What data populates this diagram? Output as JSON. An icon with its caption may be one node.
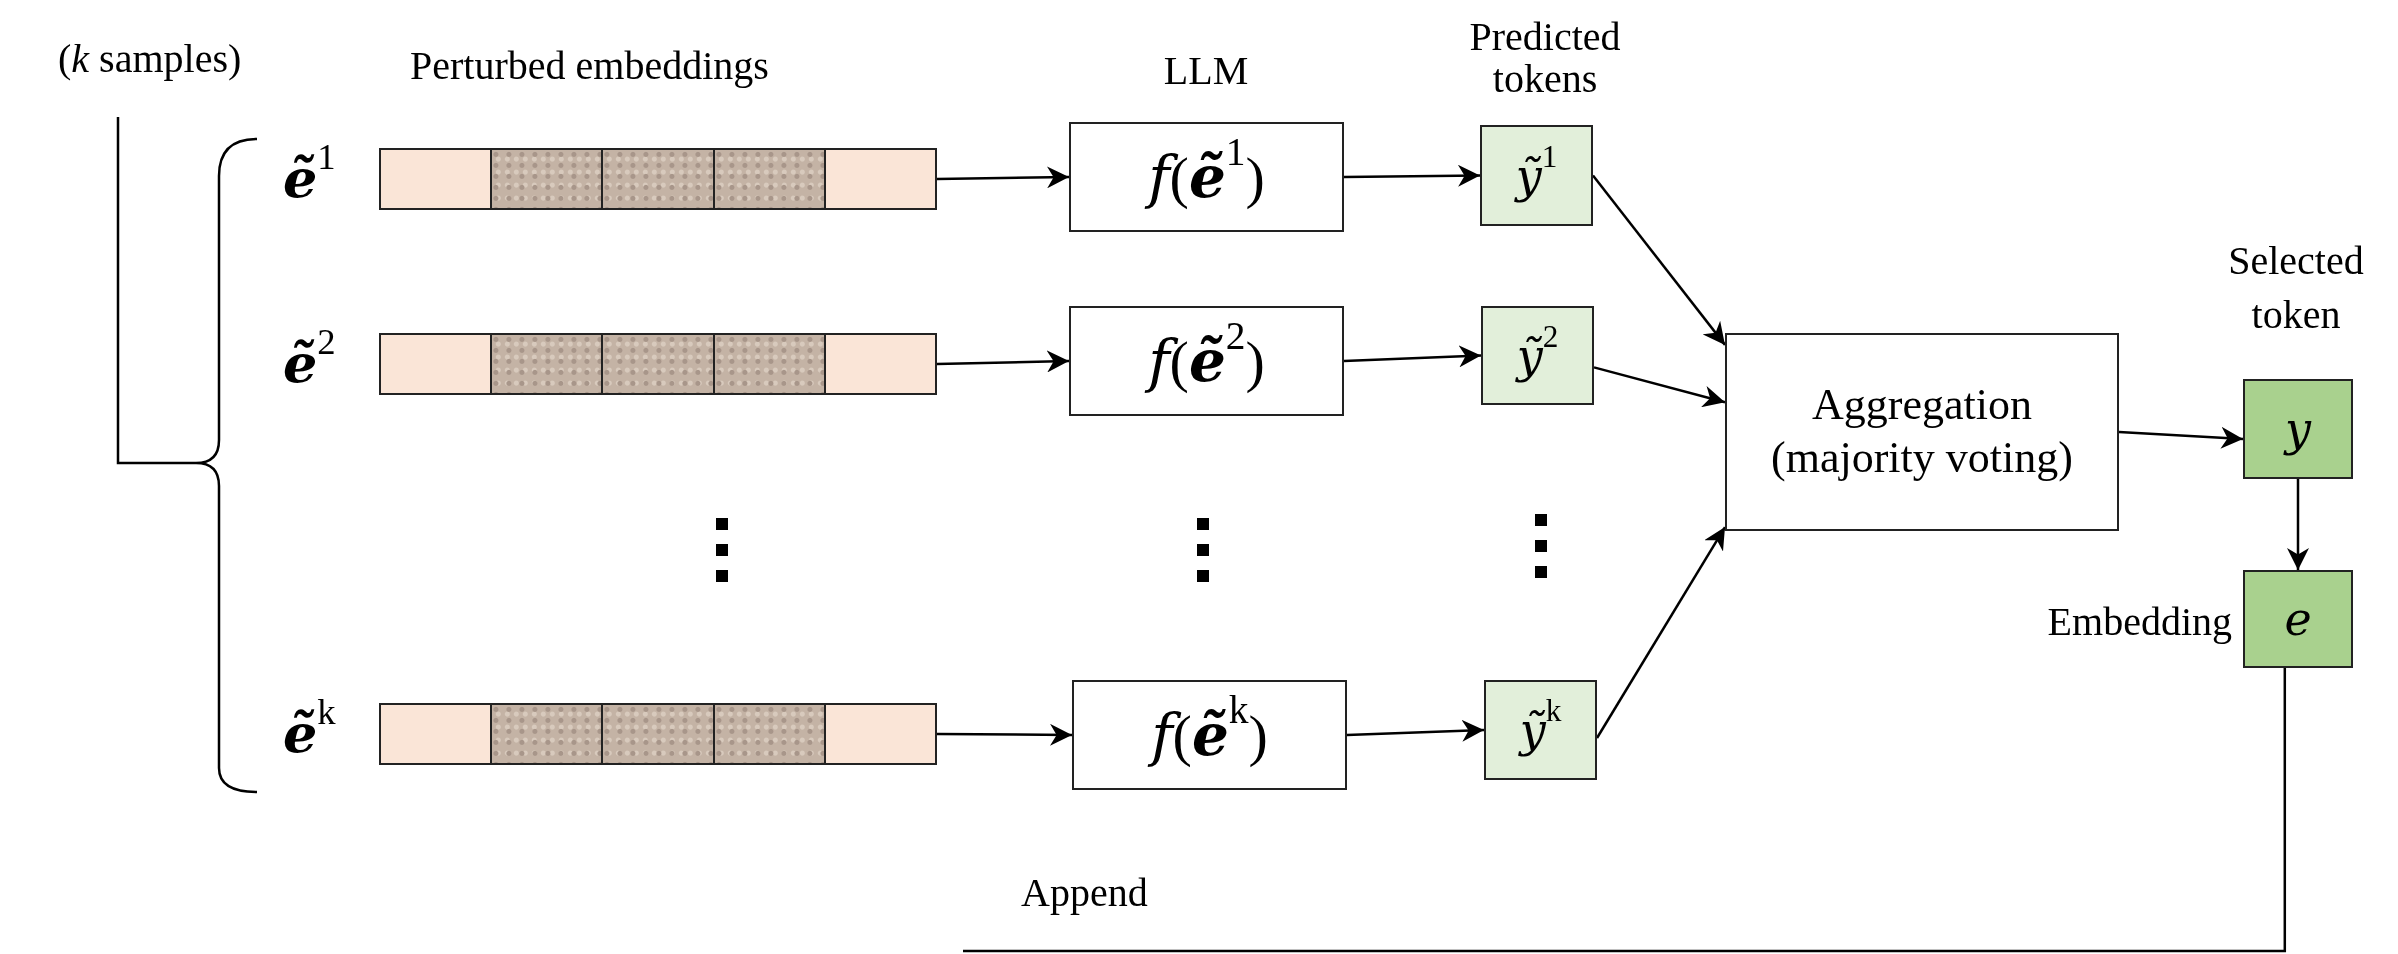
{
  "diagram": {
    "nodes": [
      {
        "text": [
          "**ẽ**$^{1}$"
        ]
      },
      {
        "text": [
          "**ẽ**$^{2}$"
        ]
      },
      {
        "text": [
          "**ẽ**$^{k}$"
        ]
      },
      {
        "text": [
          "*f*(**ẽ**$^{1}$)"
        ]
      },
      {
        "text": [
          "*f*(**ẽ**$^{2}$)"
        ]
      },
      {
        "text": [
          "*f*(**ẽ**$^{k}$)"
        ]
      },
      {
        "text": [
          "*ỹ*$^{1}$"
        ]
      },
      {
        "text": [
          "*ỹ*$^{2}$"
        ]
      },
      {
        "text": [
          "*ỹ*$^{k}$"
        ]
      },
      {
        "text": [
          "Aggregation (majority voting)"
        ]
      },
      {
        "text": [
          "*y*"
        ],
        "beside": [
          "Selected token"
        ]
      },
      {
        "text": [
          "*e*"
        ],
        "beside": [
          "Embedding"
        ]
      }
    ],
    "edges": [
      {
        "from": 0,
        "to": 3,
        "arrow": "to"
      },
      {
        "from": 1,
        "to": 4,
        "arrow": "to"
      },
      {
        "from": 2,
        "to": 5,
        "arrow": "to"
      },
      {
        "from": 3,
        "to": 6,
        "arrow": "to"
      },
      {
        "from": 4,
        "to": 7,
        "arrow": "to"
      },
      {
        "from": 5,
        "to": 8,
        "arrow": "to"
      },
      {
        "from": 6,
        "to": 9,
        "arrow": "to"
      },
      {
        "from": 7,
        "to": 9,
        "arrow": "to"
      },
      {
        "from": 8,
        "to": 9,
        "arrow": "to"
      },
      {
        "from": 9,
        "to": 10,
        "arrow": "to"
      },
      {
        "from": 10,
        "to": 11,
        "arrow": "to"
      },
      {
        "from": 11,
        "to": null,
        "arrow": "none",
        "label": "Append"
      }
    ],
    "labels": [
      "(*k* samples)",
      "Perturbed embeddings",
      "LLM",
      "Predicted tokens"
    ]
  }
}
